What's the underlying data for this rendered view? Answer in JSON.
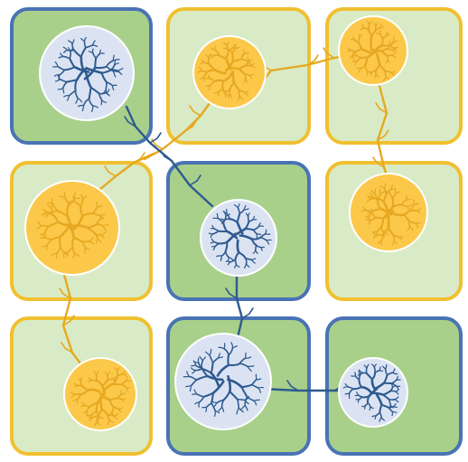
{
  "colors": {
    "background": "#ffffff",
    "blue_border": "#4a73b5",
    "blue_fill": "#a8d08a",
    "blue_fill_light": "#cde3b8",
    "yellow_border": "#f0c030",
    "yellow_fill": "#d9ebc6",
    "blue_circle": "#dbe3f3",
    "yellow_circle": "#fbc84a",
    "blue_branch": "#2e5a8f",
    "yellow_branch": "#e6a820",
    "circle_outline": "#ffffff"
  },
  "grid": {
    "rows": 3,
    "cols": 3,
    "cells": [
      {
        "row": 0,
        "col": 0,
        "type": "blue"
      },
      {
        "row": 0,
        "col": 1,
        "type": "yellow"
      },
      {
        "row": 0,
        "col": 2,
        "type": "yellow"
      },
      {
        "row": 1,
        "col": 0,
        "type": "yellow"
      },
      {
        "row": 1,
        "col": 1,
        "type": "blue"
      },
      {
        "row": 1,
        "col": 2,
        "type": "yellow"
      },
      {
        "row": 2,
        "col": 0,
        "type": "yellow"
      },
      {
        "row": 2,
        "col": 1,
        "type": "blue"
      },
      {
        "row": 2,
        "col": 2,
        "type": "blue"
      }
    ]
  }
}
